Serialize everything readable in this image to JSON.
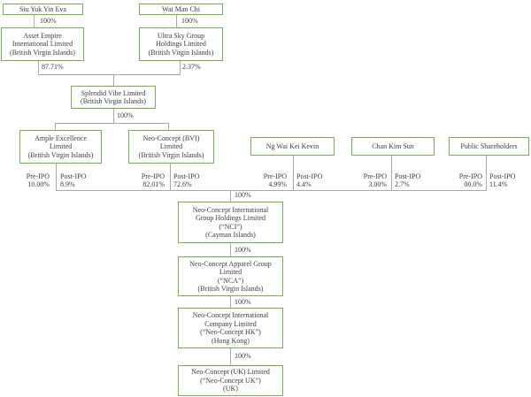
{
  "diagram_type": "corporate-ownership-structure",
  "colors": {
    "box_border": "#7aab58",
    "connector_line": "#9fa9ba",
    "text": "#3c3c3c",
    "background": "#ffffff"
  },
  "nodes": {
    "siu_yuk": {
      "text": "Siu Yuk Yin Eva"
    },
    "wai_man": {
      "text": "Wai Man Chi"
    },
    "asset_empire": {
      "text": "Asset Empire\nInternational Limited\n(British Virgin Islands)"
    },
    "ultra_sky": {
      "text": "Ultra Sky Group\nHoldings Limited\n(British Virgin Islands)"
    },
    "splendid": {
      "text": "Splendid Vibe Limited\n(British Virgin Islands)"
    },
    "ample": {
      "text": "Ample Excellence\nLimited\n(British Virgin Islands)"
    },
    "neo_bvi": {
      "text": "Neo-Concept (BVI)\nLimited\n(British Virgin Islands)"
    },
    "ng_wai": {
      "text": "Ng Wai Kei Kevin"
    },
    "chan_kim": {
      "text": "Chan Kim Sun"
    },
    "public_sh": {
      "text": "Public Shareholders"
    },
    "nci": {
      "text": "Neo-Concept International\nGroup Holdings Limited\n(“NCI”)\n(Cayman Islands)"
    },
    "nca": {
      "text": "Neo-Concept Apparel Group\nLimited\n(“NCA”)\n(British Virgin Islands)"
    },
    "neo_hk": {
      "text": "Neo-Concept International\nCompany Limited\n(“Neo-Concept HK”)\n(Hong Kong)"
    },
    "neo_uk": {
      "text": "Neo-Concept (UK) Limited\n(“Neo-Concept UK”)\n(UK)"
    }
  },
  "edge_labels": {
    "siu_to_asset": "100%",
    "wai_to_ultra": "100%",
    "asset_to_splendid": "87.71%",
    "ultra_to_splendid": "2.37%",
    "splendid_to_subs": "100%",
    "subs_to_nci": "100%",
    "nci_to_nca": "100%",
    "nca_to_neo_hk": "100%",
    "neo_hk_to_neo_uk": "100%"
  },
  "ipo_groups": [
    {
      "under": "Ample Excellence Limited",
      "pre": {
        "label": "Pre-IPO",
        "value": "10.00%"
      },
      "post": {
        "label": "Post-IPO",
        "value": "8.9%"
      }
    },
    {
      "under": "Neo-Concept (BVI) Limited",
      "pre": {
        "label": "Pre-IPO",
        "value": "82.01%"
      },
      "post": {
        "label": "Post-IPO",
        "value": "72.6%"
      }
    },
    {
      "under": "Ng Wai Kei Kevin",
      "pre": {
        "label": "Pre-IPO",
        "value": "4.99%"
      },
      "post": {
        "label": "Post-IPO",
        "value": "4.4%"
      }
    },
    {
      "under": "Chan Kim Sun",
      "pre": {
        "label": "Pre-IPO",
        "value": "3.00%"
      },
      "post": {
        "label": "Post-IPO",
        "value": "2.7%"
      }
    },
    {
      "under": "Public Shareholders",
      "pre": {
        "label": "Pre-IPO",
        "value": "00.0%"
      },
      "post": {
        "label": "Post-IPO",
        "value": "11.4%"
      }
    }
  ]
}
